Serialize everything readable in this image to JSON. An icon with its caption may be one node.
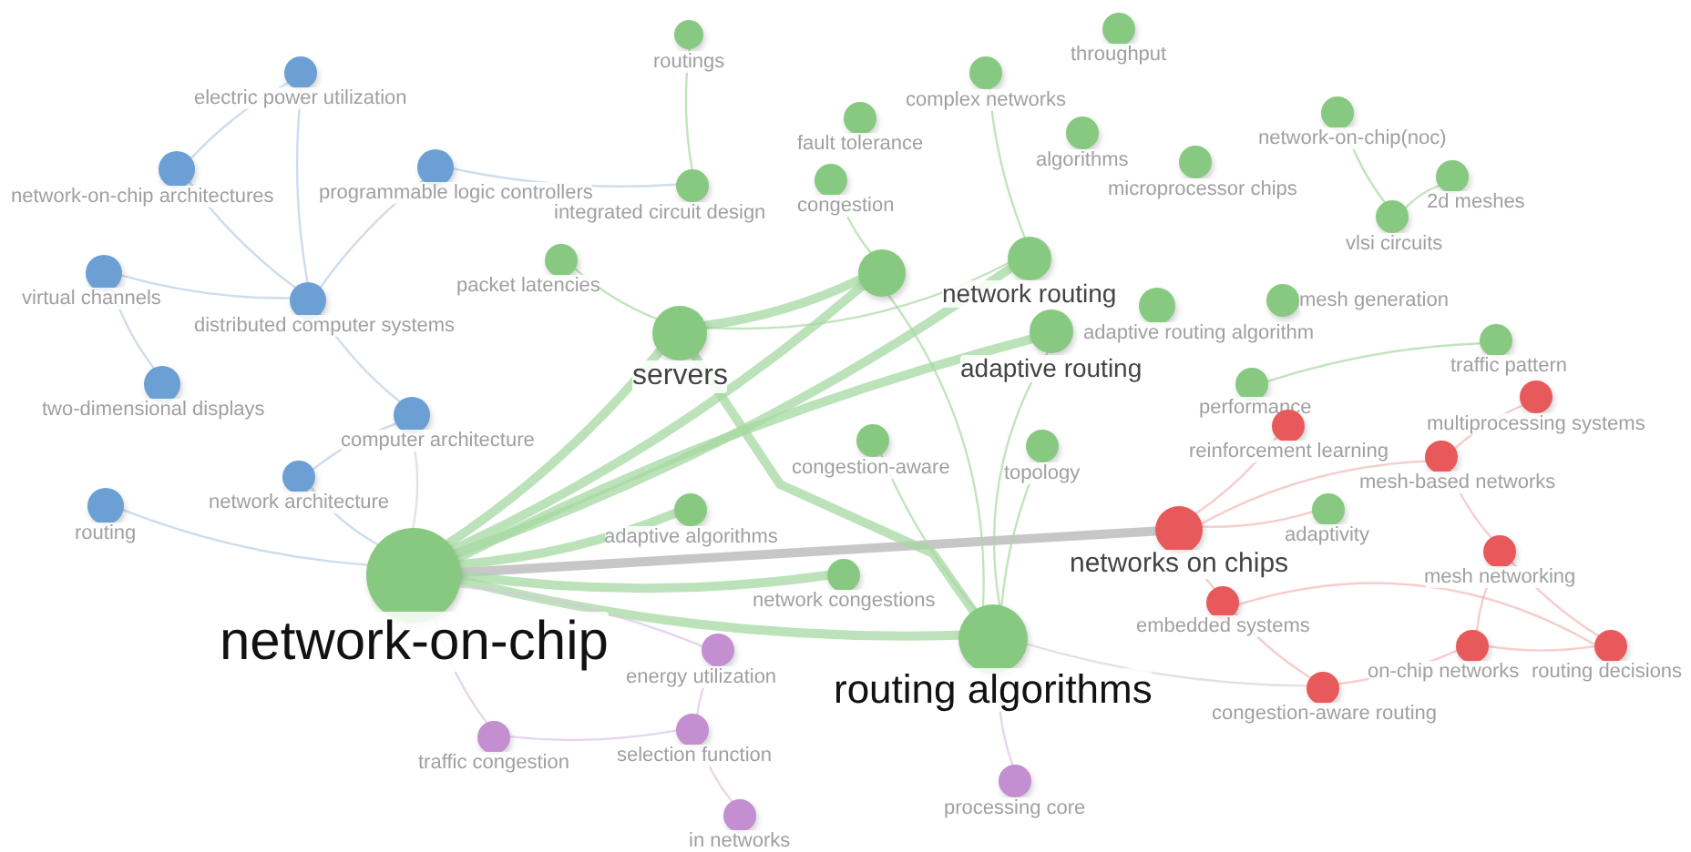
{
  "diagram": {
    "nodes": [
      {
        "text": [
          "throughput"
        ]
      },
      {
        "text": [
          "electric power utilization"
        ]
      },
      {
        "text": [
          "routings"
        ]
      },
      {
        "text": [
          "complex networks"
        ]
      },
      {
        "text": [
          "fault tolerance"
        ]
      },
      {
        "text": [
          "network-on-chip(noc)"
        ]
      },
      {
        "text": [
          "algorithms"
        ]
      },
      {
        "text": [
          "network-on-chip architectures"
        ]
      },
      {
        "text": [
          "programmable logic controllers"
        ]
      },
      {
        "text": [
          "microprocessor chips"
        ]
      },
      {
        "text": [
          "2d meshes"
        ]
      },
      {
        "text": [
          "integrated circuit design"
        ]
      },
      {
        "text": [
          "congestion"
        ]
      },
      {
        "text": [
          "vlsi circuits"
        ]
      },
      {
        "text": [
          "packet latencies"
        ]
      },
      {
        "text": [
          "virtual channels"
        ]
      },
      {
        "text": [
          "network routing"
        ]
      },
      {
        "text": [],
        "shape": "circle"
      },
      {
        "text": [
          "distributed computer systems"
        ]
      },
      {
        "text": [
          "adaptive routing algorithm"
        ]
      },
      {
        "text": [
          "mesh generation"
        ]
      },
      {
        "text": [
          "servers"
        ]
      },
      {
        "text": [
          "adaptive routing"
        ]
      },
      {
        "text": [
          "traffic pattern"
        ]
      },
      {
        "text": [
          "two-dimensional displays"
        ]
      },
      {
        "text": [
          "performance"
        ]
      },
      {
        "text": [
          "multiprocessing systems"
        ]
      },
      {
        "text": [
          "computer architecture"
        ]
      },
      {
        "text": [
          "reinforcement learning"
        ]
      },
      {
        "text": [
          "congestion-aware"
        ]
      },
      {
        "text": [
          "topology"
        ]
      },
      {
        "text": [
          "mesh-based networks"
        ]
      },
      {
        "text": [
          "network architecture"
        ]
      },
      {
        "text": [
          "routing"
        ]
      },
      {
        "text": [
          "adaptive algorithms"
        ]
      },
      {
        "text": [
          "adaptivity"
        ]
      },
      {
        "text": [
          "networks on chips"
        ]
      },
      {
        "text": [
          "mesh networking"
        ]
      },
      {
        "text": [
          "network-on-chip"
        ]
      },
      {
        "text": [
          "network congestions"
        ]
      },
      {
        "text": [
          "embedded systems"
        ]
      },
      {
        "text": [
          "routing algorithms"
        ]
      },
      {
        "text": [
          "energy utilization"
        ]
      },
      {
        "text": [
          "on-chip networks"
        ]
      },
      {
        "text": [
          "routing decisions"
        ]
      },
      {
        "text": [
          "congestion-aware routing"
        ]
      },
      {
        "text": [
          "traffic congestion"
        ]
      },
      {
        "text": [
          "selection function"
        ]
      },
      {
        "text": [
          "processing core"
        ]
      },
      {
        "text": [
          "in networks"
        ]
      }
    ],
    "edges": [
      {
        "from": 38,
        "to": 21,
        "arrow": "none",
        "style": "thick"
      },
      {
        "from": 38,
        "to": 17,
        "arrow": "none",
        "style": "thick"
      },
      {
        "from": 38,
        "to": 16,
        "arrow": "none",
        "style": "thick"
      },
      {
        "from": 38,
        "to": 41,
        "arrow": "none",
        "style": "thick"
      },
      {
        "from": 38,
        "to": 22,
        "arrow": "none",
        "style": "thick"
      },
      {
        "from": 38,
        "to": 36,
        "arrow": "none",
        "style": "thick",
        "color": "#b4b4b4"
      },
      {
        "from": 38,
        "to": 34,
        "arrow": "none",
        "style": "thick"
      },
      {
        "from": 38,
        "to": 39,
        "arrow": "none",
        "style": "thick"
      },
      {
        "from": 21,
        "to": 41,
        "arrow": "none",
        "style": "thick"
      },
      {
        "from": 21,
        "to": 17,
        "arrow": "none",
        "style": "thick"
      },
      {
        "from": 41,
        "to": 22,
        "arrow": "none"
      },
      {
        "from": 41,
        "to": 17,
        "arrow": "none"
      },
      {
        "from": 21,
        "to": 16,
        "arrow": "none"
      },
      {
        "from": 2,
        "to": 11,
        "arrow": "none"
      },
      {
        "from": 3,
        "to": 16,
        "arrow": "none"
      },
      {
        "from": 5,
        "to": 13,
        "arrow": "none"
      },
      {
        "from": 10,
        "to": 13,
        "arrow": "none"
      },
      {
        "from": 29,
        "to": 41,
        "arrow": "none"
      },
      {
        "from": 30,
        "to": 41,
        "arrow": "none"
      },
      {
        "from": 14,
        "to": 21,
        "arrow": "none"
      },
      {
        "from": 12,
        "to": 17,
        "arrow": "none"
      },
      {
        "from": 23,
        "to": 25,
        "arrow": "none"
      },
      {
        "from": 1,
        "to": 18,
        "arrow": "none",
        "color": "#b9cde2"
      },
      {
        "from": 1,
        "to": 7,
        "arrow": "none",
        "color": "#b9cde2"
      },
      {
        "from": 7,
        "to": 18,
        "arrow": "none",
        "color": "#b9cde2"
      },
      {
        "from": 8,
        "to": 18,
        "arrow": "none",
        "color": "#b9cde2"
      },
      {
        "from": 15,
        "to": 24,
        "arrow": "none",
        "color": "#b9cde2"
      },
      {
        "from": 18,
        "to": 27,
        "arrow": "none",
        "color": "#b9cde2"
      },
      {
        "from": 27,
        "to": 32,
        "arrow": "none",
        "color": "#b9cde2"
      },
      {
        "from": 32,
        "to": 38,
        "arrow": "none",
        "color": "#b9cde2"
      },
      {
        "from": 33,
        "to": 38,
        "arrow": "none",
        "color": "#b9cde2"
      },
      {
        "from": 15,
        "to": 18,
        "arrow": "none",
        "color": "#b9cde2"
      },
      {
        "from": 8,
        "to": 11,
        "arrow": "none",
        "color": "#b9cde2"
      },
      {
        "from": 36,
        "to": 28,
        "arrow": "none",
        "color": "#f2b8b8"
      },
      {
        "from": 36,
        "to": 31,
        "arrow": "none",
        "color": "#f2b8b8"
      },
      {
        "from": 36,
        "to": 40,
        "arrow": "none",
        "color": "#f2b8b8"
      },
      {
        "from": 40,
        "to": 45,
        "arrow": "none",
        "color": "#f2b8b8"
      },
      {
        "from": 43,
        "to": 44,
        "arrow": "none",
        "color": "#f2b8b8"
      },
      {
        "from": 37,
        "to": 43,
        "arrow": "none",
        "color": "#f2b8b8"
      },
      {
        "from": 26,
        "to": 31,
        "arrow": "none",
        "color": "#f2b8b8"
      },
      {
        "from": 31,
        "to": 37,
        "arrow": "none",
        "color": "#f2b8b8"
      },
      {
        "from": 37,
        "to": 44,
        "arrow": "none",
        "color": "#f2b8b8"
      },
      {
        "from": 45,
        "to": 43,
        "arrow": "none",
        "color": "#f2b8b8"
      },
      {
        "from": 36,
        "to": 35,
        "arrow": "none",
        "color": "#f2b8b8"
      },
      {
        "from": 40,
        "to": 44,
        "arrow": "none",
        "color": "#f2b8b8"
      },
      {
        "from": 42,
        "to": 47,
        "arrow": "none",
        "color": "#dcc4e2"
      },
      {
        "from": 46,
        "to": 47,
        "arrow": "none",
        "color": "#dcc4e2"
      },
      {
        "from": 47,
        "to": 49,
        "arrow": "none",
        "color": "#dcc4e2"
      },
      {
        "from": 38,
        "to": 46,
        "arrow": "none",
        "color": "#dcc4e2"
      },
      {
        "from": 41,
        "to": 48,
        "arrow": "none",
        "color": "#dcc4e2"
      },
      {
        "from": 42,
        "to": 38,
        "arrow": "none",
        "color": "#dcc4e2"
      },
      {
        "from": 41,
        "to": 45,
        "arrow": "none",
        "color": "#d6d6d6"
      },
      {
        "from": 38,
        "to": 27,
        "arrow": "none",
        "color": "#d6d6d6"
      }
    ]
  }
}
